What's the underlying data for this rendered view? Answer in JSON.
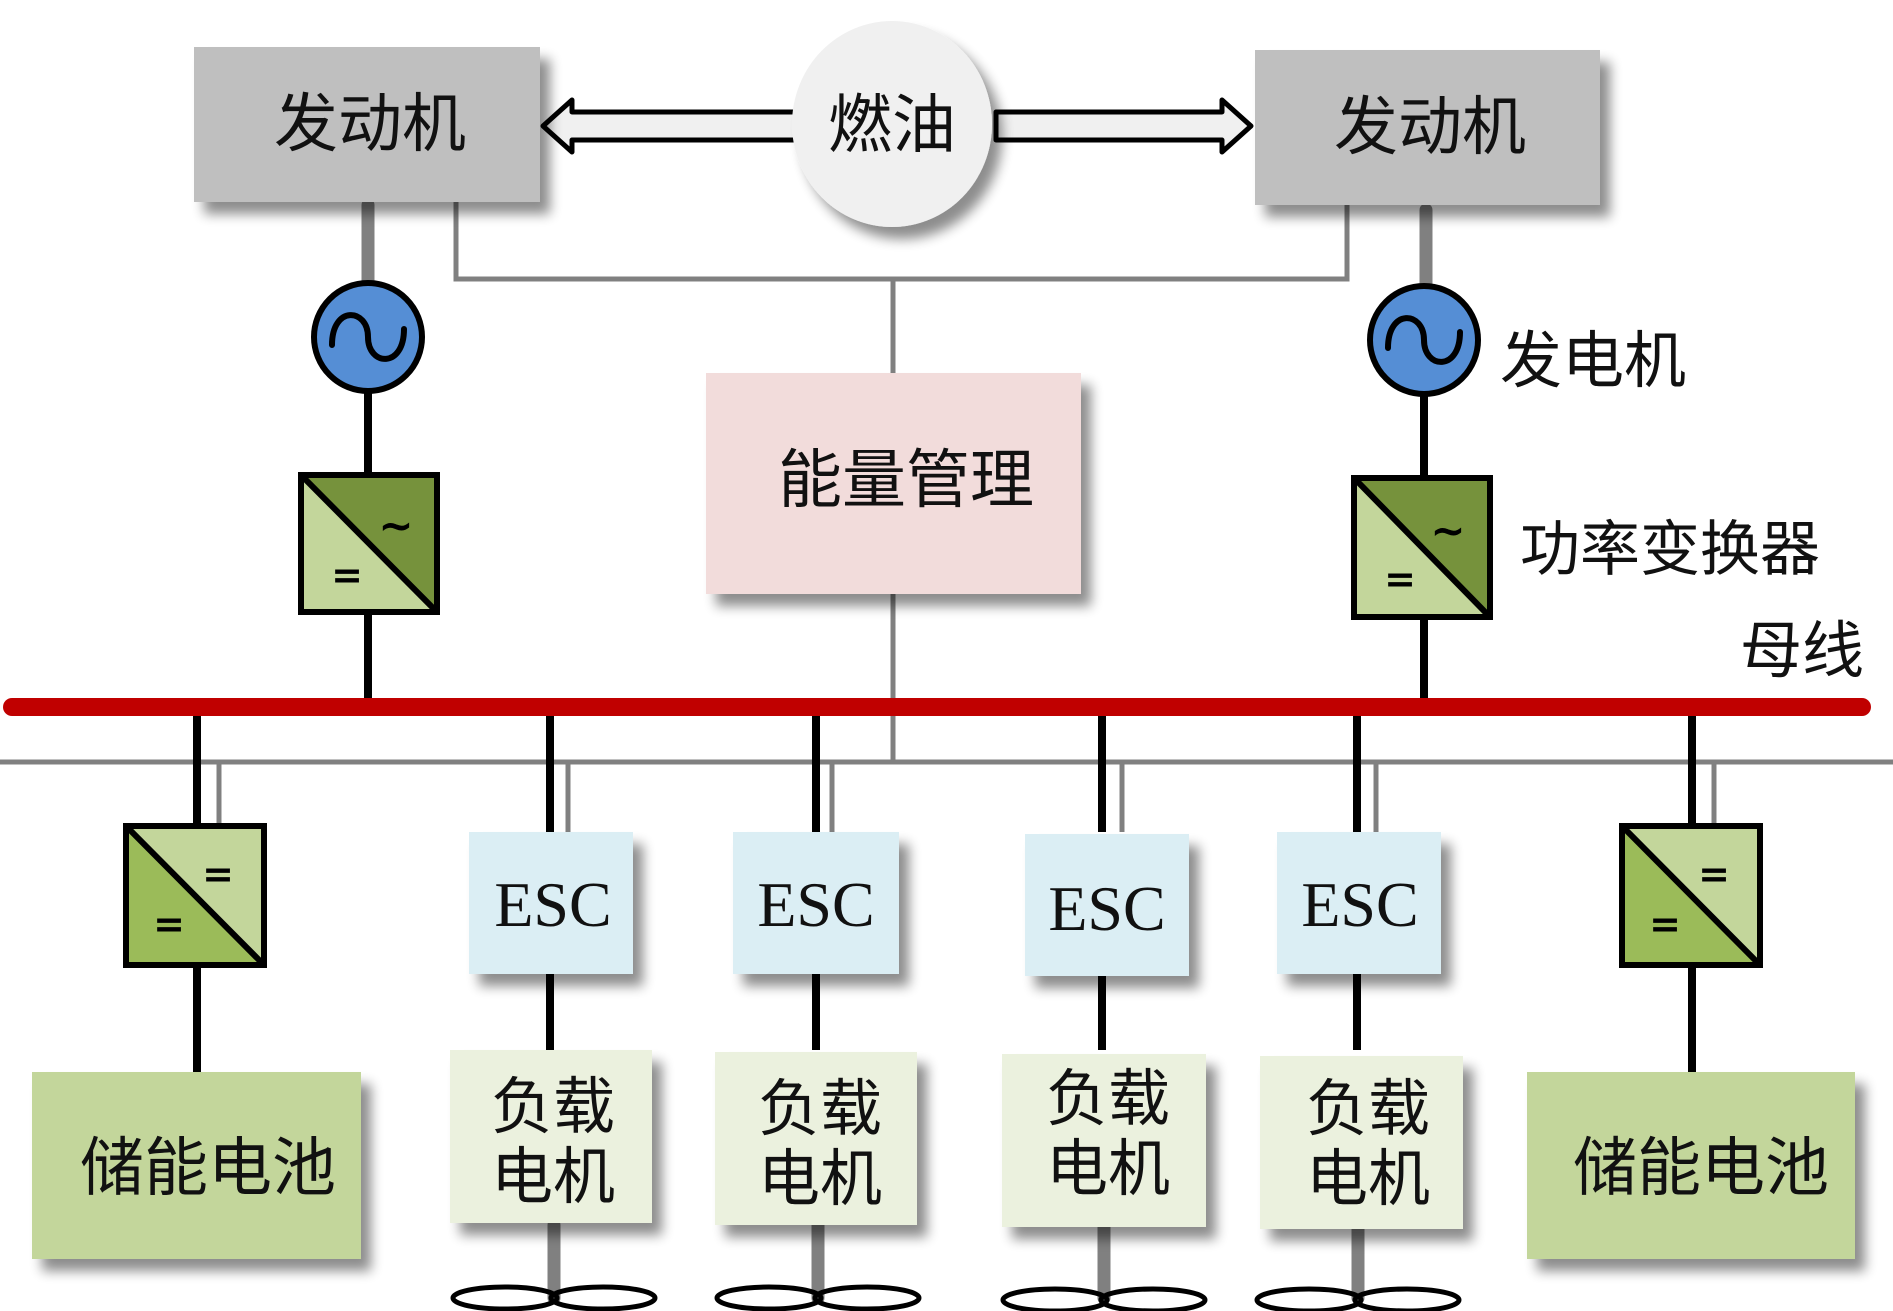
{
  "diagram": {
    "fuel": {
      "label": "燃油"
    },
    "engines": [
      {
        "label": "发动机"
      },
      {
        "label": "发动机"
      }
    ],
    "energy_management": {
      "label": "能量管理"
    },
    "annotations": {
      "generator": "发电机",
      "power_converter": "功率变换器",
      "bus": "母线"
    },
    "converter_symbols": {
      "ac": "~",
      "dc": "="
    },
    "esc_units": [
      {
        "label": "ESC"
      },
      {
        "label": "ESC"
      },
      {
        "label": "ESC"
      },
      {
        "label": "ESC"
      }
    ],
    "load_motors": [
      {
        "line1": "负载",
        "line2": "电机"
      },
      {
        "line1": "负载",
        "line2": "电机"
      },
      {
        "line1": "负载",
        "line2": "电机"
      },
      {
        "line1": "负载",
        "line2": "电机"
      }
    ],
    "batteries": [
      {
        "label": "储能电池"
      },
      {
        "label": "储能电池"
      }
    ],
    "colors": {
      "engine": "#bfbfbf",
      "fuel": "#f0f0f0",
      "generator": "#558ed5",
      "ems": "#f2dcdb",
      "esc": "#dbeef4",
      "motor": "#ebf1de",
      "battery": "#c3d69b",
      "converter_dark": "#76923c",
      "converter_light": "#c3d69b",
      "converter_mid": "#9bbb59",
      "bus": "#c00000",
      "control_line": "#808080"
    }
  }
}
